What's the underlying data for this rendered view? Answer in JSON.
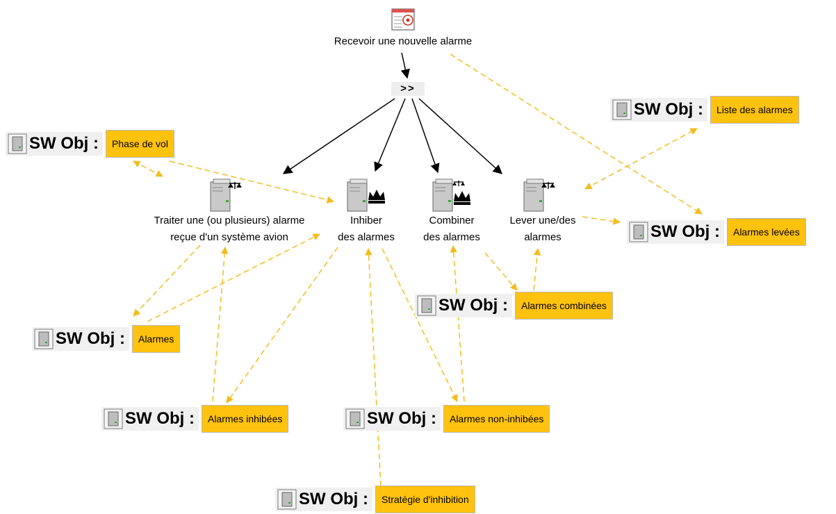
{
  "event": {
    "label": "Recevoir une nouvelle alarme",
    "icon": "alarm-clipboard-icon"
  },
  "operator": {
    "label": ">>"
  },
  "functions": [
    {
      "id": "traiter",
      "line1": "Traiter une (ou plusieurs) alarme",
      "line2": "reçue d'un système avion",
      "icon": "server-scale-icon"
    },
    {
      "id": "inhiber",
      "line1": "Inhiber",
      "line2": "des alarmes",
      "icon": "server-crown-icon"
    },
    {
      "id": "combiner",
      "line1": "Combiner",
      "line2": "des alarmes",
      "icon": "server-scale-crown-icon"
    },
    {
      "id": "lever",
      "line1": "Lever une/des",
      "line2": "alarmes",
      "icon": "server-scale-icon"
    }
  ],
  "objects": [
    {
      "id": "phase",
      "prefix": "SW Obj :",
      "name": "Phase de vol"
    },
    {
      "id": "liste",
      "prefix": "SW Obj :",
      "name": "Liste des alarmes"
    },
    {
      "id": "levees",
      "prefix": "SW Obj :",
      "name": "Alarmes levées"
    },
    {
      "id": "combinees",
      "prefix": "SW Obj :",
      "name": "Alarmes combinées"
    },
    {
      "id": "alarmes",
      "prefix": "SW Obj :",
      "name": "Alarmes"
    },
    {
      "id": "inhibees",
      "prefix": "SW Obj :",
      "name": "Alarmes inhibées"
    },
    {
      "id": "noninhibees",
      "prefix": "SW Obj :",
      "name": "Alarmes non-inhibées"
    },
    {
      "id": "strategie",
      "prefix": "SW Obj :",
      "name": "Stratégie d'inhibition"
    }
  ],
  "colors": {
    "flow": "#000000",
    "data_link": "#f2bd1d",
    "object_fill": "#ffc20e",
    "object_head": "#f0f0f0"
  }
}
